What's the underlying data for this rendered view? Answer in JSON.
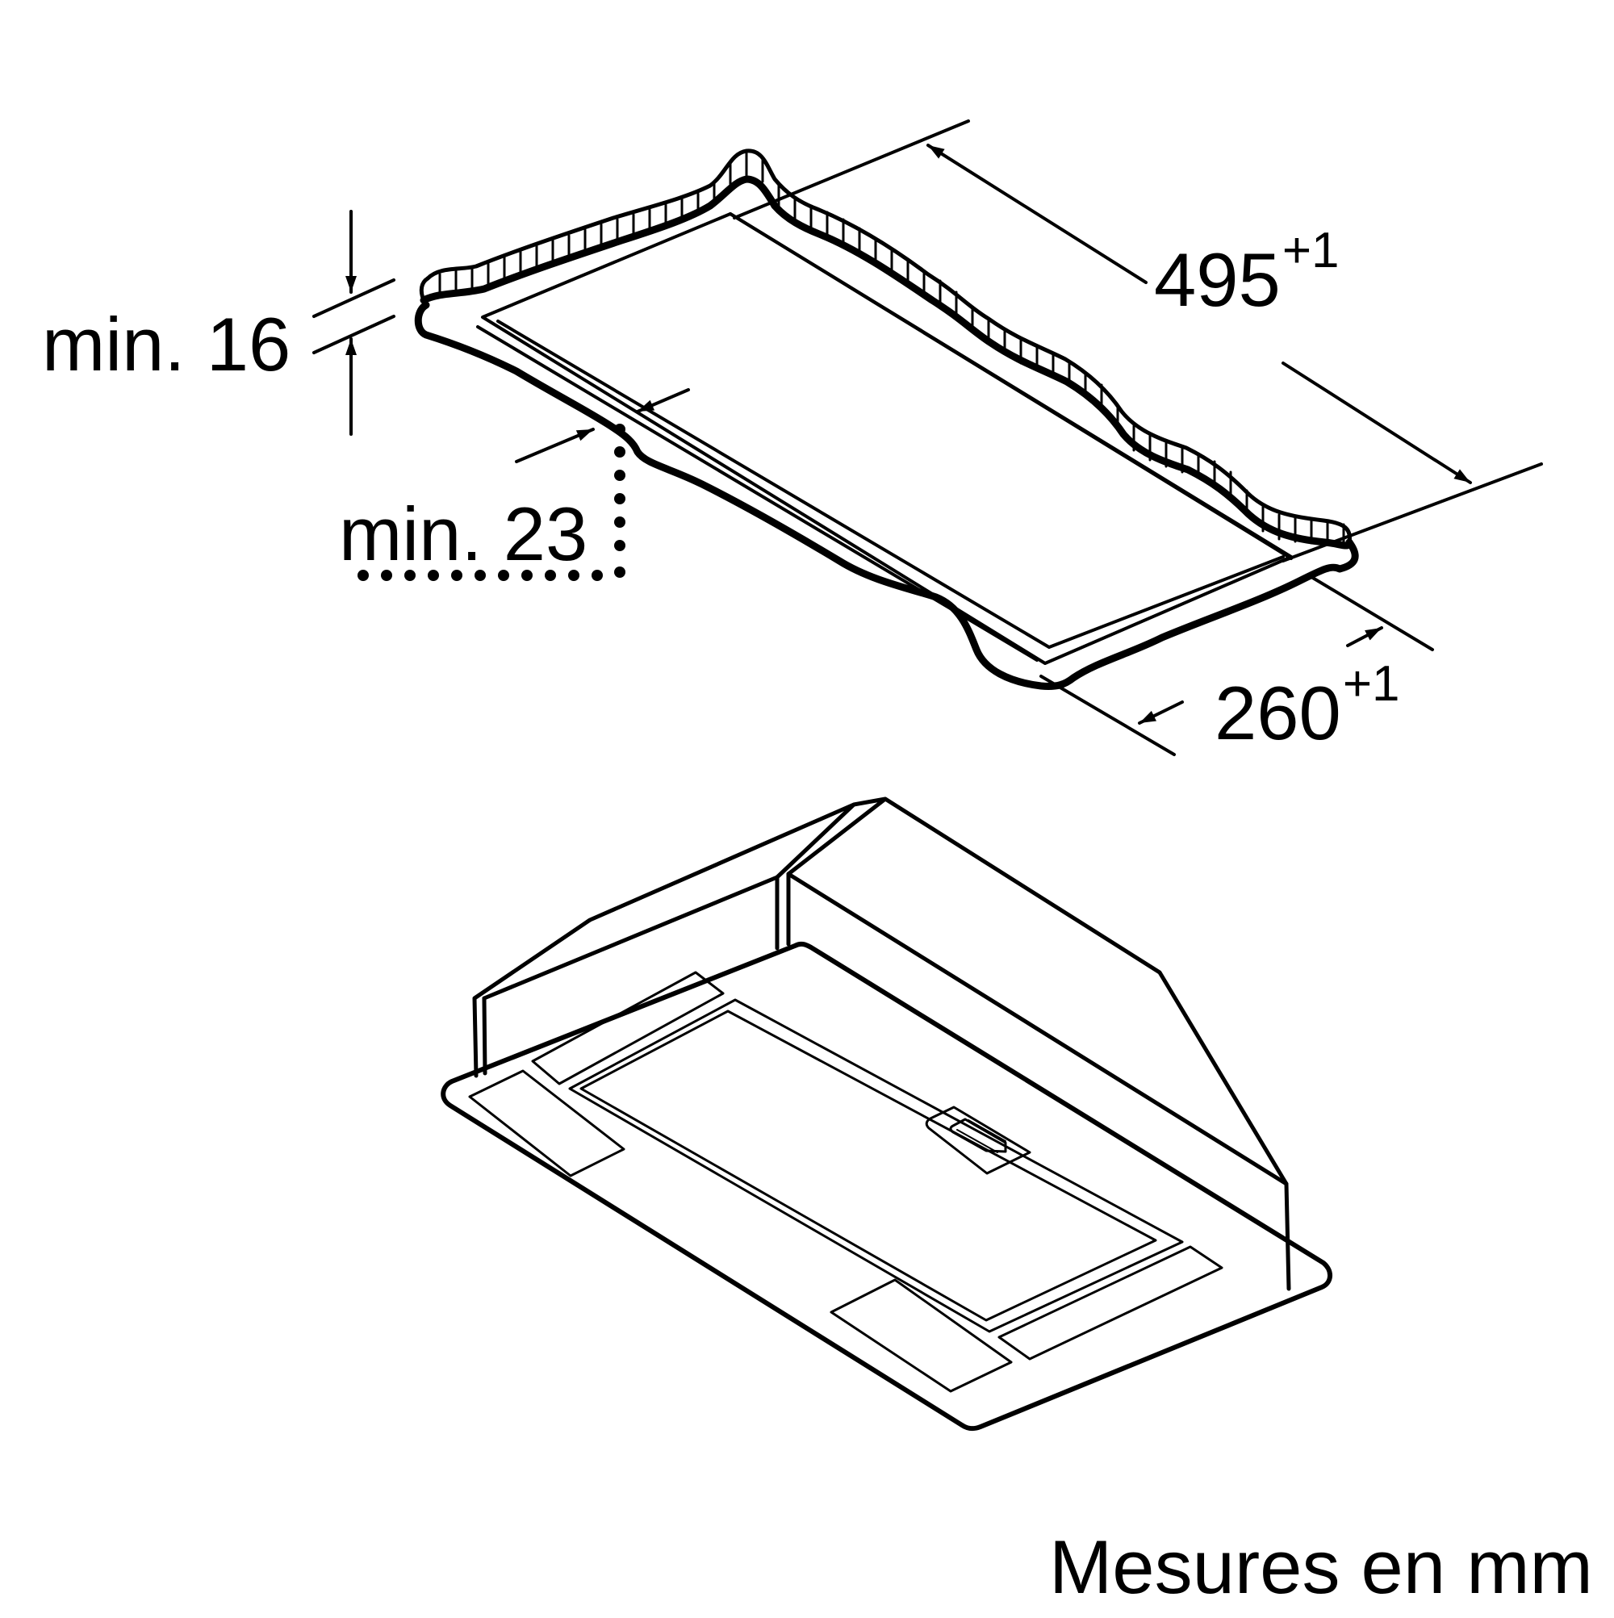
{
  "diagram": {
    "type": "installation-dimension-drawing",
    "subject": "built-in cooker hood cutout",
    "dimensions": {
      "length": {
        "value": "495",
        "tolerance": "+1"
      },
      "width": {
        "value": "260",
        "tolerance": "+1"
      },
      "min_thickness": {
        "prefix": "min.",
        "value": "16"
      },
      "min_edge_distance": {
        "prefix": "min.",
        "value": "23"
      }
    },
    "footer": {
      "units_note": "Mesures en mm"
    },
    "colors": {
      "line": "#000000",
      "background": "#ffffff"
    }
  }
}
